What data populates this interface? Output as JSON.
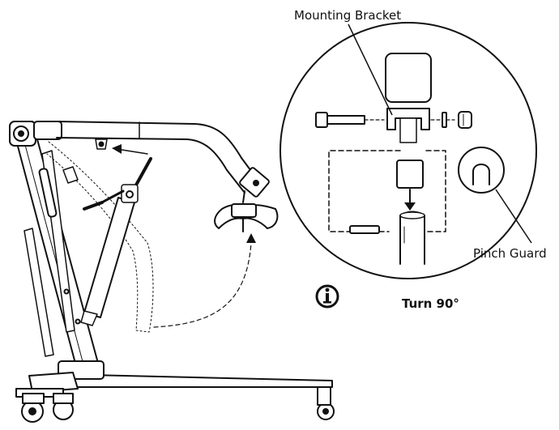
{
  "labels": {
    "mounting_bracket": "Mounting Bracket",
    "pinch_guard": "Pinch Guard",
    "turn": "Turn 90°"
  },
  "icons": {
    "info": "info-icon"
  }
}
